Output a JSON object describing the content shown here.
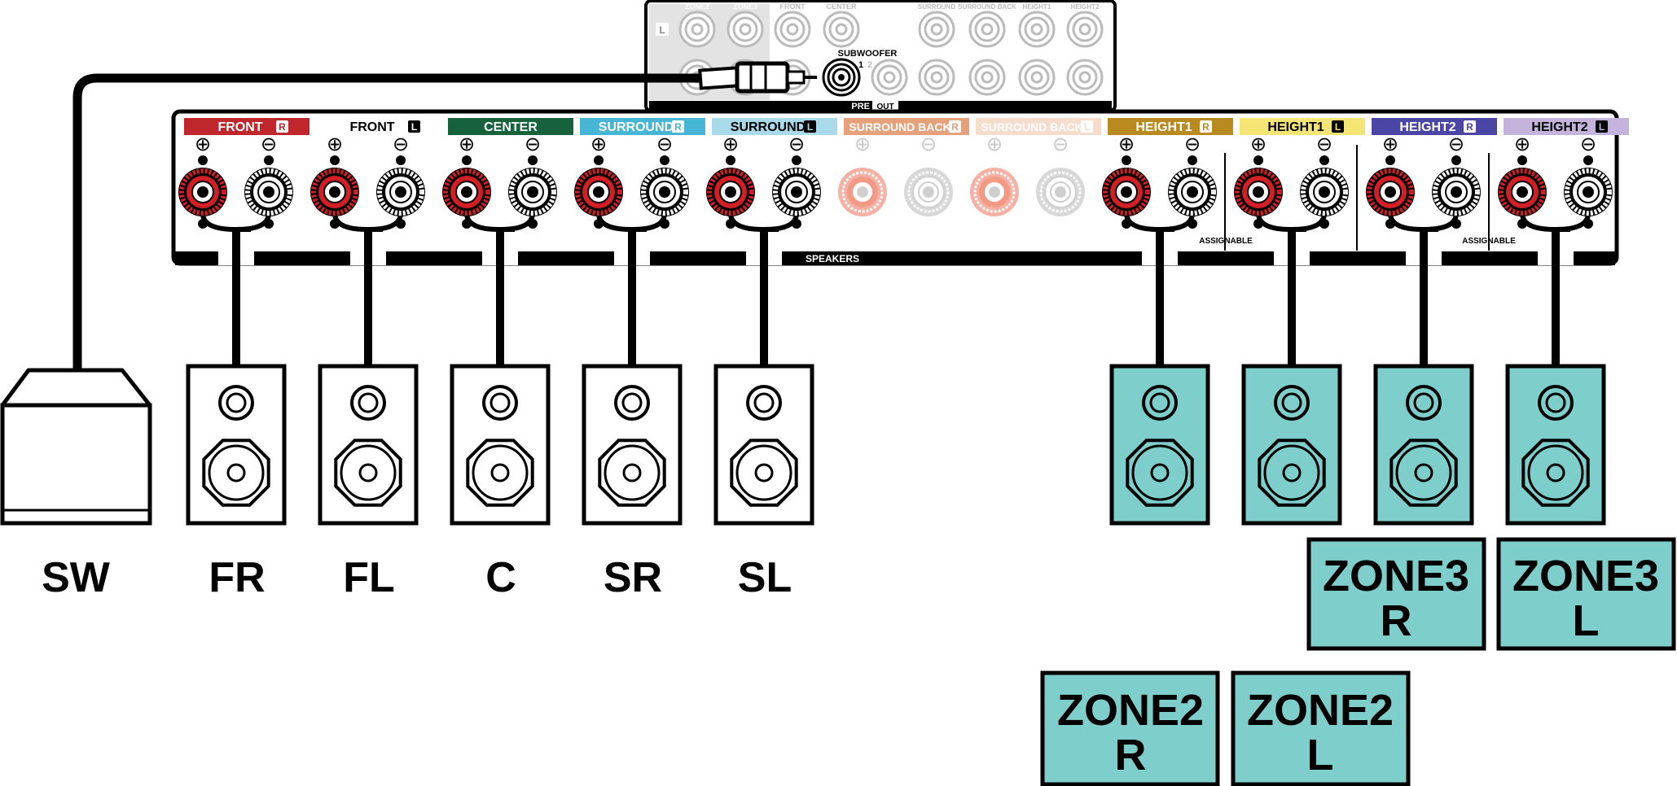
{
  "preout_panel": {
    "top_labels": [
      "ZONE2",
      "ZONE3",
      "FRONT",
      "CENTER",
      "SURROUND",
      "SURROUND BACK",
      "HEIGHT1",
      "HEIGHT2"
    ],
    "l_badge": "L",
    "subwoofer_label": "SUBWOOFER",
    "subwoofer_num1": "1",
    "subwoofer_num2": "2",
    "pre_label": "PRE",
    "out_label": "OUT"
  },
  "speaker_panel": {
    "speakers_label": "SPEAKERS",
    "assignable_label": "ASSIGNABLE",
    "plus_symbol": "⊕",
    "minus_symbol": "⊖",
    "channels": [
      {
        "label": "FRONT",
        "badge": "R",
        "bg": "#c0272d",
        "fg": "#ffffff",
        "dim": false
      },
      {
        "label": "FRONT",
        "badge": "L",
        "bg": "#ffffff",
        "fg": "#000000",
        "dim": false
      },
      {
        "label": "CENTER",
        "badge": "",
        "bg": "#15623c",
        "fg": "#ffffff",
        "dim": false
      },
      {
        "label": "SURROUND",
        "badge": "R",
        "bg": "#47b6d6",
        "fg": "#ffffff",
        "dim": false
      },
      {
        "label": "SURROUND",
        "badge": "L",
        "bg": "#a8daea",
        "fg": "#000000",
        "dim": false
      },
      {
        "label": "SURROUND BACK",
        "badge": "R",
        "bg": "#e6a07a",
        "fg": "#ffffff",
        "dim": true
      },
      {
        "label": "SURROUND BACK",
        "badge": "L",
        "bg": "#f6dccb",
        "fg": "#ffffff",
        "dim": true
      },
      {
        "label": "HEIGHT1",
        "badge": "R",
        "bg": "#b88a1f",
        "fg": "#ffffff",
        "dim": false
      },
      {
        "label": "HEIGHT1",
        "badge": "L",
        "bg": "#f4e574",
        "fg": "#000000",
        "dim": false
      },
      {
        "label": "HEIGHT2",
        "badge": "R",
        "bg": "#4b46a5",
        "fg": "#ffffff",
        "dim": false
      },
      {
        "label": "HEIGHT2",
        "badge": "L",
        "bg": "#c4b3dc",
        "fg": "#000000",
        "dim": false
      }
    ]
  },
  "speakers": [
    {
      "label": "SW"
    },
    {
      "label": "FR"
    },
    {
      "label": "FL"
    },
    {
      "label": "C"
    },
    {
      "label": "SR"
    },
    {
      "label": "SL"
    }
  ],
  "zone_speakers": [
    {
      "line1": "ZONE2",
      "line2": "R"
    },
    {
      "line1": "ZONE2",
      "line2": "L"
    },
    {
      "line1": "ZONE3",
      "line2": "R"
    },
    {
      "line1": "ZONE3",
      "line2": "L"
    }
  ],
  "colors": {
    "zone_fill": "#7ecfcc",
    "terminal_red": "#d21f26",
    "panel_gray": "#e3e3e3"
  }
}
